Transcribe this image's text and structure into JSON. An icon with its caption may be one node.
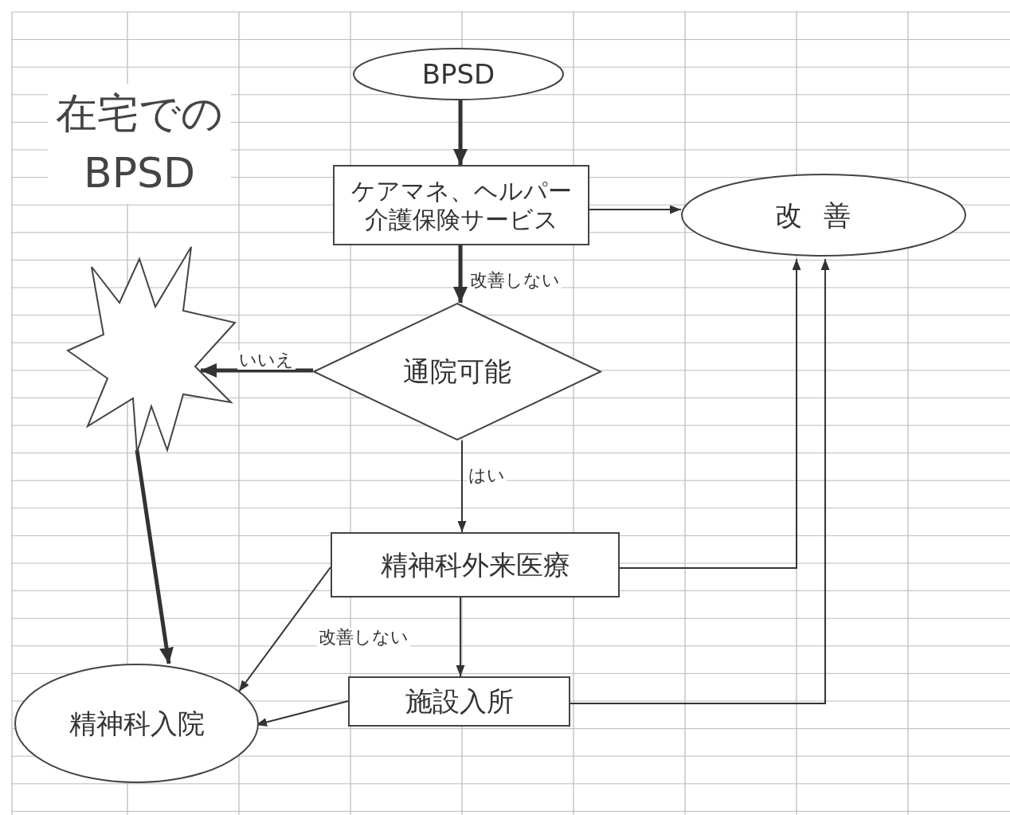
{
  "diagram": {
    "title": "在宅でのBPSD",
    "nodes": [
      {
        "text": [
          "BPSD"
        ]
      },
      {
        "text": [
          "ケアマネ、ヘルパー介護保険サービス"
        ]
      },
      {
        "text": [
          "改善"
        ]
      },
      {
        "text": [],
        "shape": "star"
      },
      {
        "text": [
          "通院可能"
        ]
      },
      {
        "text": [
          "精神科外来医療"
        ]
      },
      {
        "text": [
          "精神科入院"
        ]
      },
      {
        "text": [
          "施設入所"
        ]
      }
    ],
    "edges": [
      {
        "from": 0,
        "to": 1,
        "arrow": "to",
        "style": "thick"
      },
      {
        "from": 1,
        "to": 2,
        "arrow": "to"
      },
      {
        "from": 1,
        "to": 4,
        "arrow": "to",
        "style": "thick",
        "label": "改善しない"
      },
      {
        "from": 4,
        "to": 3,
        "arrow": "to",
        "style": "thick",
        "label": "いいえ"
      },
      {
        "from": 4,
        "to": 5,
        "arrow": "to",
        "label": "はい"
      },
      {
        "from": 3,
        "to": 6,
        "arrow": "to",
        "style": "thick"
      },
      {
        "from": 5,
        "to": 6,
        "arrow": "to",
        "label": "改善しない"
      },
      {
        "from": 5,
        "to": 7,
        "arrow": "to"
      },
      {
        "from": 7,
        "to": 6,
        "arrow": "to"
      },
      {
        "from": 5,
        "to": 2,
        "arrow": "to"
      },
      {
        "from": 7,
        "to": 2,
        "arrow": "to"
      }
    ]
  }
}
